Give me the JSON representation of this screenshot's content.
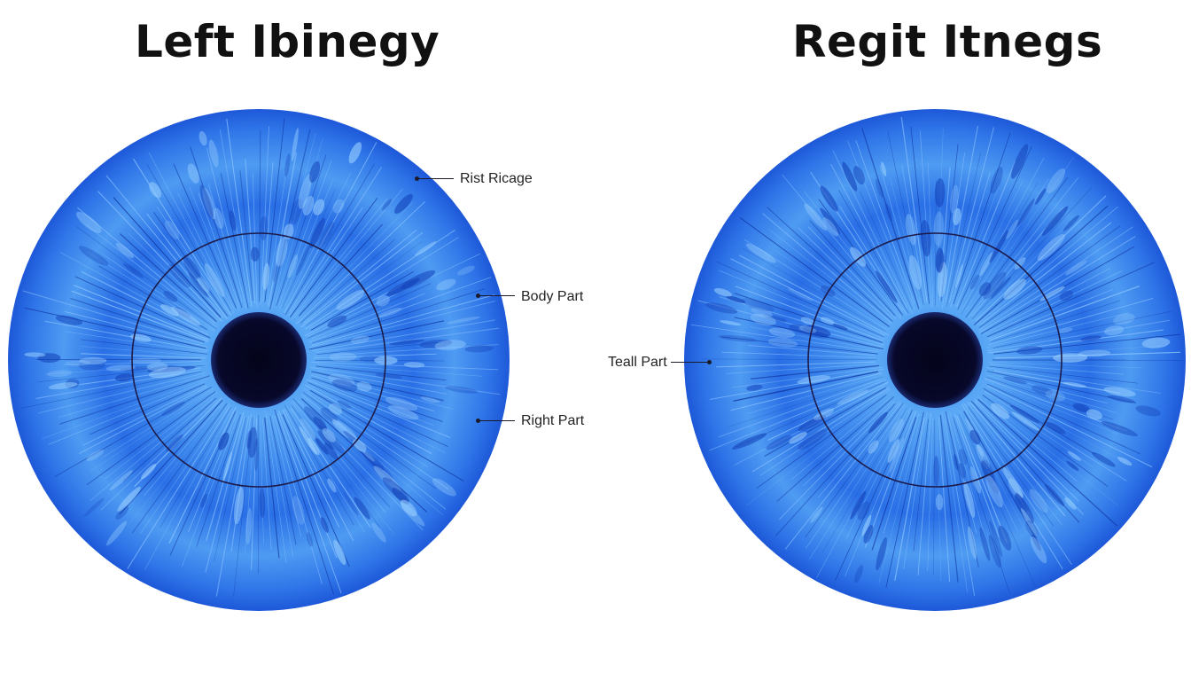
{
  "titles": {
    "left": "Left Ibinegy",
    "right": "Regit Itnegs"
  },
  "left_eye": {
    "labels": {
      "top": "Rist Ricage",
      "middle": "Body Part",
      "bottom": "Right Part"
    }
  },
  "right_eye": {
    "labels": {
      "side": "Teall Part"
    }
  },
  "colors": {
    "iris_outer": "#1f5fe0",
    "iris_light": "#5aa8f5",
    "iris_dark": "#1240b8",
    "pupil": "#06061e",
    "ring": "#1c1a4a",
    "background": "#ffffff"
  }
}
